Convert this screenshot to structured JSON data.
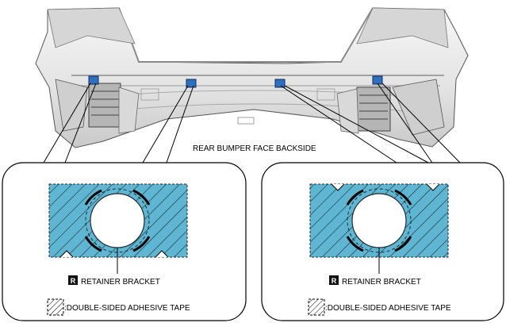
{
  "diagram": {
    "caption_main": "REAR BUMPER FACE BACKSIDE",
    "left_detail": {
      "part_badge": "R",
      "part_label": "RETAINER BRACKET",
      "legend_text": ":DOUBLE-SIDED ADHESIVE TAPE"
    },
    "right_detail": {
      "part_badge": "R",
      "part_label": "RETAINER BRACKET",
      "legend_text": ":DOUBLE-SIDED ADHESIVE TAPE"
    }
  },
  "colors": {
    "tape_fill": "#5fb6d2",
    "hatch": "#1f2a33",
    "clip_blue": "#2f6fc0",
    "bumper_light": "#eeeeee",
    "bumper_dark": "#777777"
  }
}
